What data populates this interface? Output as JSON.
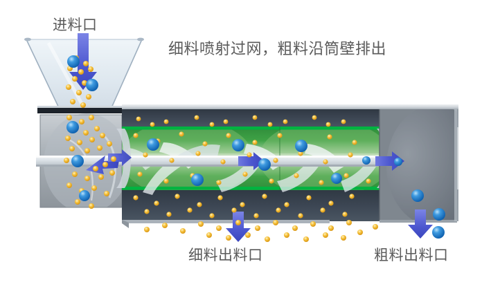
{
  "title": {
    "text": "细料喷射过网，粗料沿筒壁排出"
  },
  "labels": {
    "inlet": "进料口",
    "fine_outlet": "细料出料口",
    "coarse_outlet": "粗料出料口"
  },
  "colors": {
    "text": "#5a5a5a",
    "screen_green": "#00a63a",
    "screen_green_dark": "#1f7a30",
    "arrow_blue": "#5560d8",
    "coarse_particle": "#1a7fd4",
    "fine_particle": "#f0b020",
    "housing_dark": "#3b4450",
    "housing_grey": "#9aa1a8",
    "background": "#ffffff"
  },
  "diagram": {
    "type": "industrial-screening-separator",
    "components": [
      "feed-hopper",
      "inlet-chamber",
      "screening-drum",
      "rotor-shaft",
      "paddle-blades",
      "fine-outlet-chamber",
      "coarse-outlet-chamber"
    ],
    "flow_arrows": [
      {
        "name": "feed-down-arrow",
        "direction": "down"
      },
      {
        "name": "shaft-right-arrow-left",
        "direction": "right"
      },
      {
        "name": "shaft-right-arrow-mid",
        "direction": "right"
      },
      {
        "name": "shaft-right-arrow-exit",
        "direction": "right"
      },
      {
        "name": "fine-outlet-arrow",
        "direction": "down"
      },
      {
        "name": "coarse-outlet-arrow",
        "direction": "down"
      }
    ],
    "particles": {
      "fine_label": "fine material",
      "coarse_label": "coarse material"
    }
  }
}
